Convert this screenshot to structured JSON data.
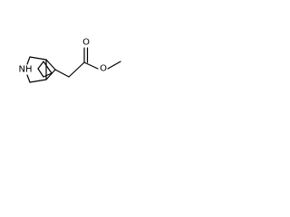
{
  "molecule": {
    "atoms": {
      "nitrogen": "NH",
      "carbonyl_oxygen": "O",
      "ester_oxygen": "O"
    }
  }
}
